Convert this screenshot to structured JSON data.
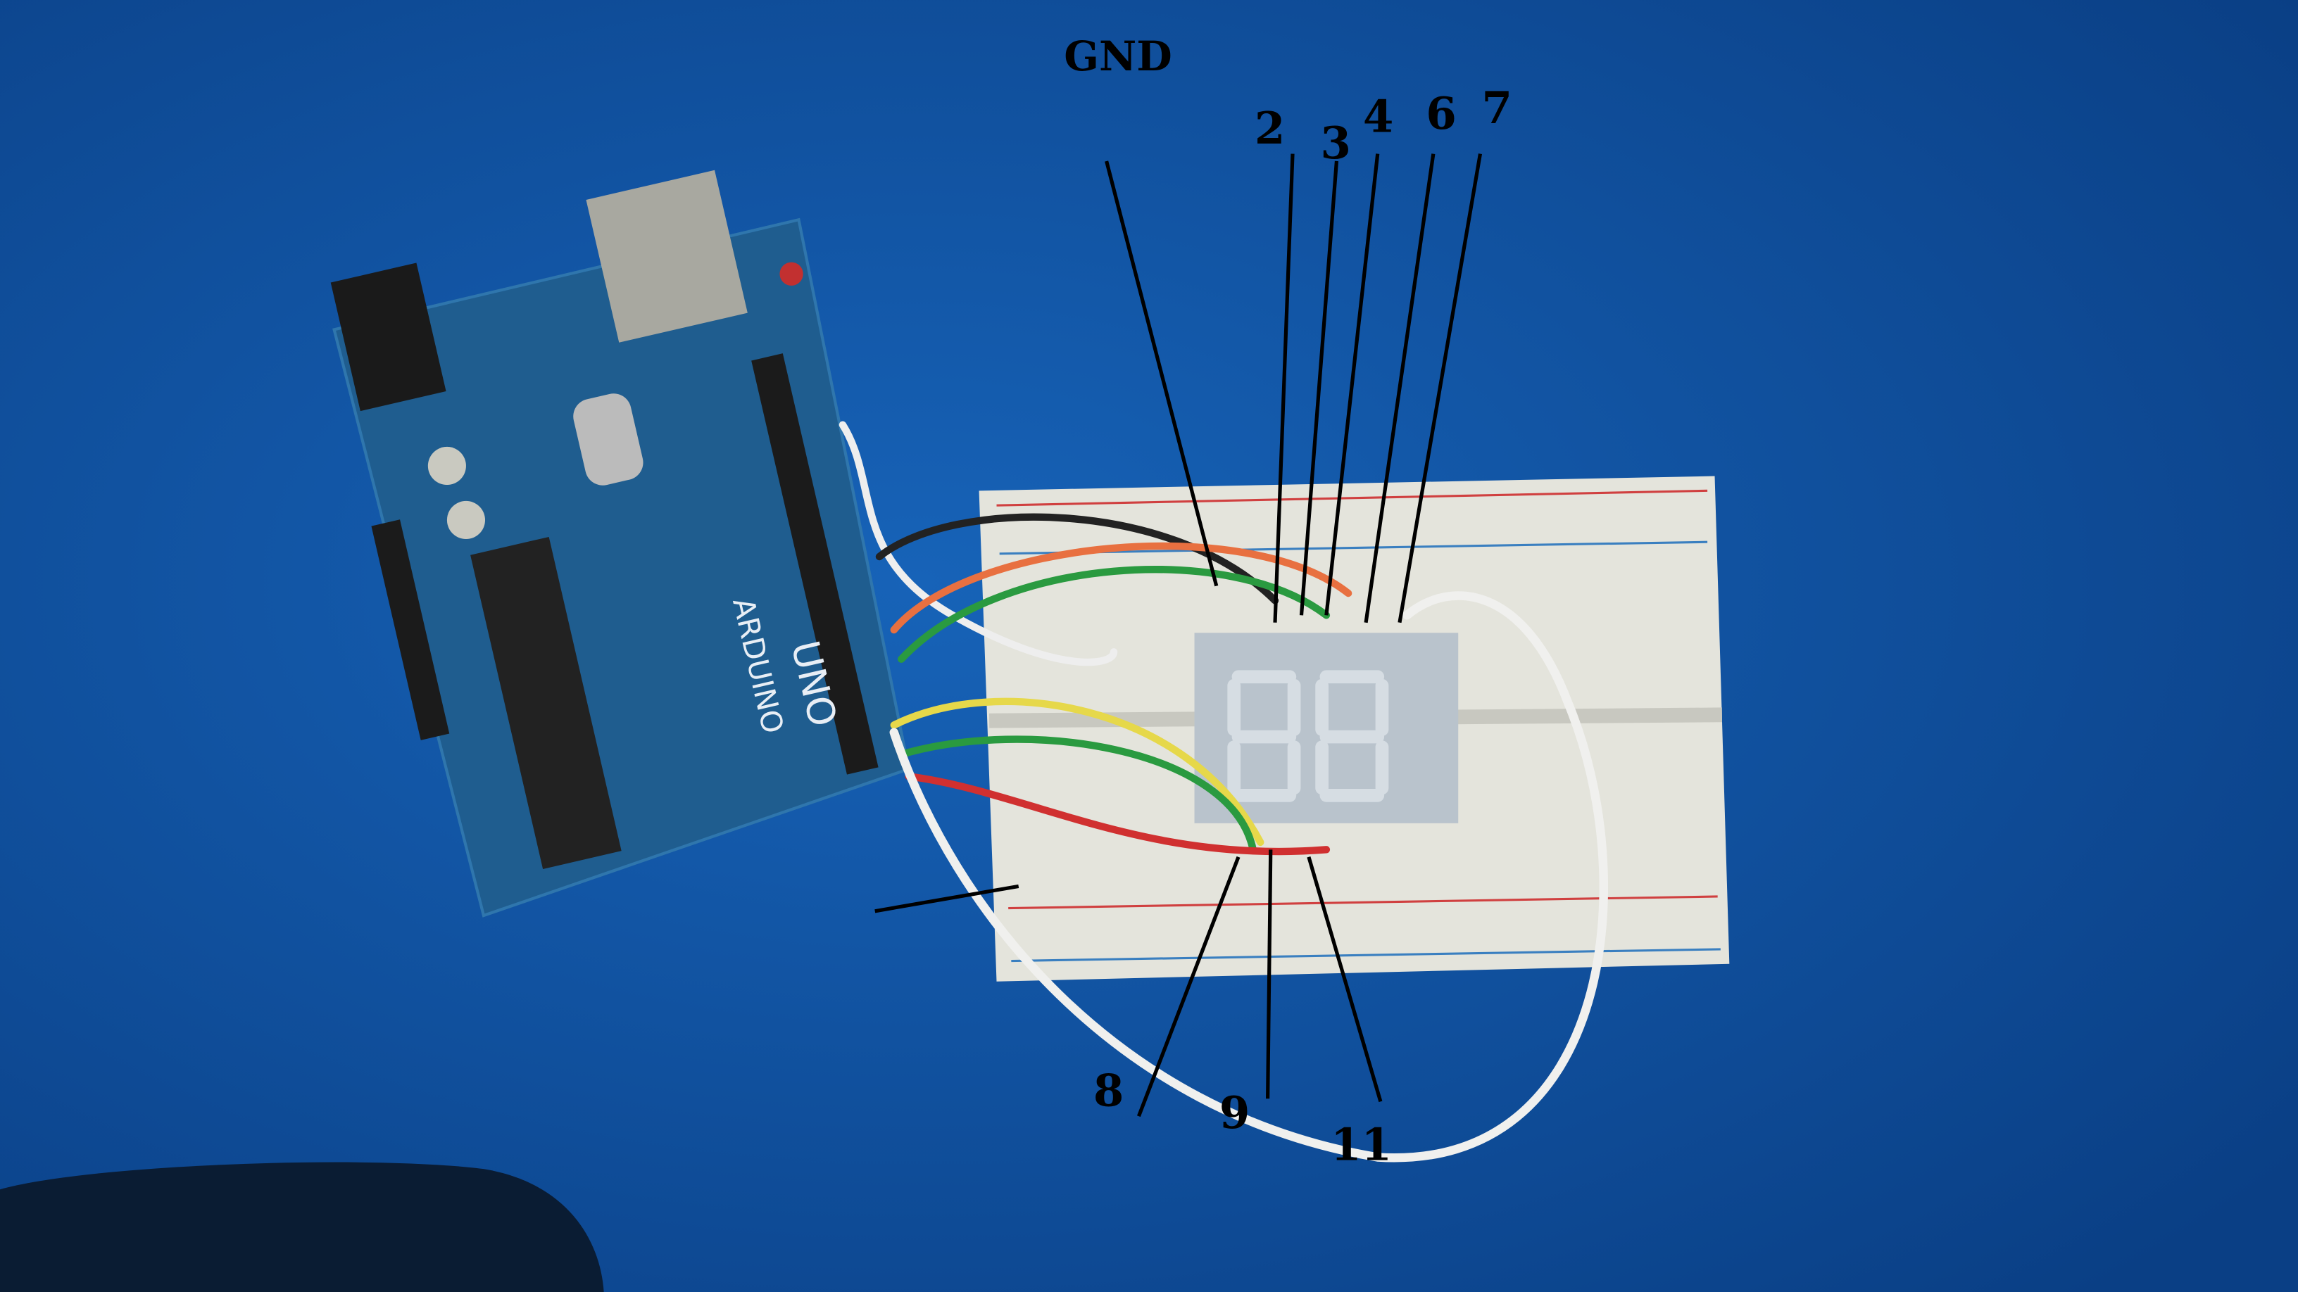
{
  "annotations": {
    "top": [
      {
        "label": "GND"
      },
      {
        "label": "2"
      },
      {
        "label": "3"
      },
      {
        "label": "4"
      },
      {
        "label": "6"
      },
      {
        "label": "7"
      }
    ],
    "bottom": [
      {
        "label": "8"
      },
      {
        "label": "9"
      },
      {
        "label": "11"
      }
    ]
  },
  "board": {
    "brand": "ARDUINO",
    "model": "UNO"
  },
  "colors": {
    "background": "#0d4f9c",
    "board": "#1d5f92",
    "breadboard": "#e4e4dc",
    "display": "#b9c3cc"
  }
}
